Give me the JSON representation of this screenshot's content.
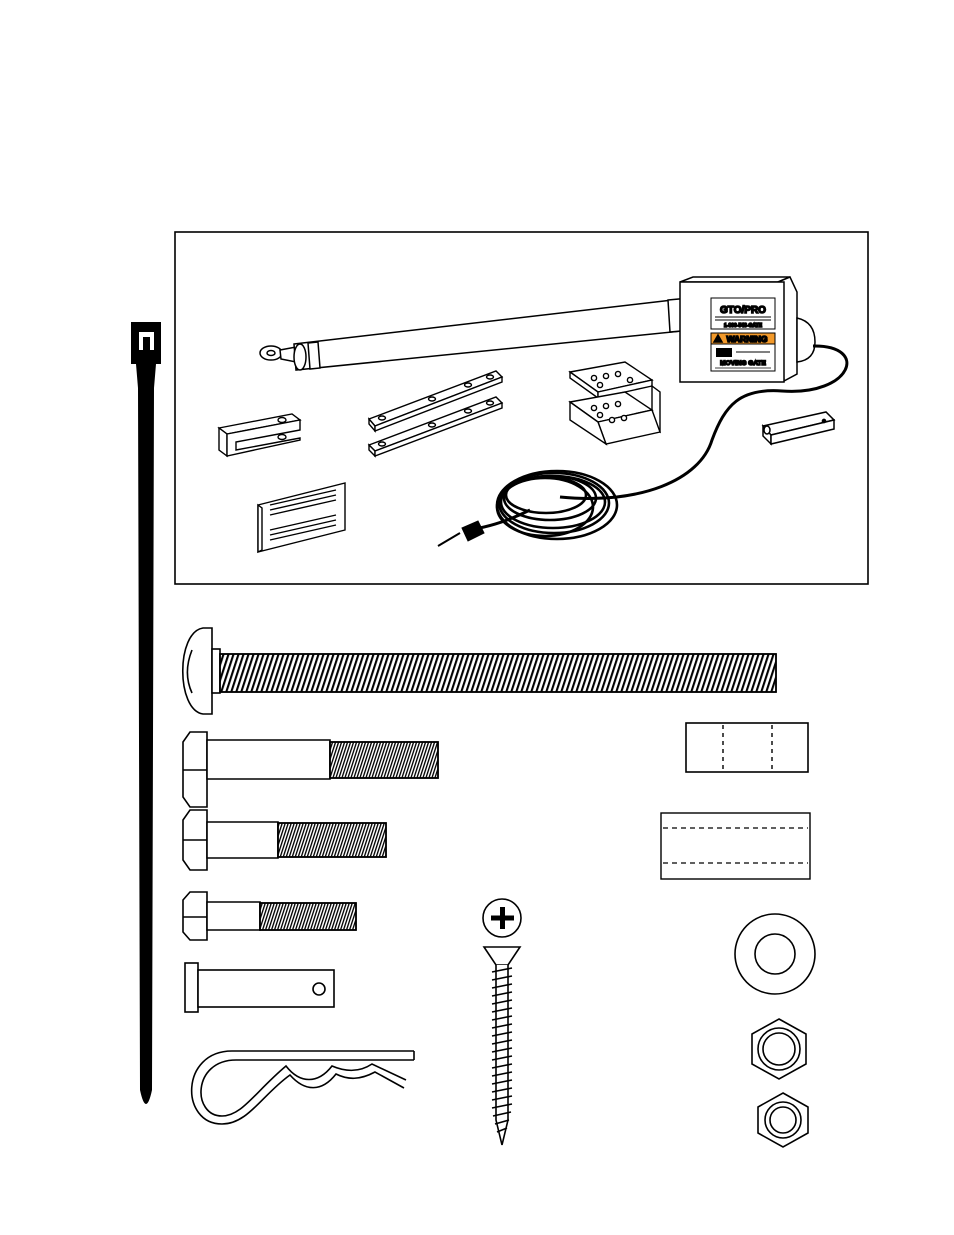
{
  "operator_label": {
    "brand": "GTO/PRO",
    "phone": "1-800-543-GATE",
    "warning": "WARNING",
    "moving_gate": "MOVING GATE"
  },
  "colors": {
    "ink": "#000000",
    "paper": "#ffffff",
    "warning_orange": "#f39a2b"
  }
}
